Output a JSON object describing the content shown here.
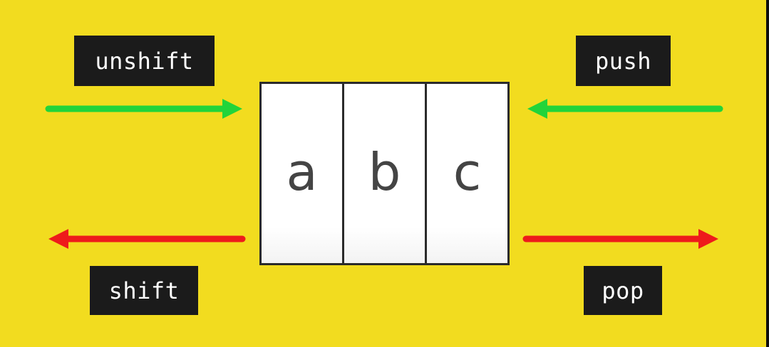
{
  "labels": {
    "unshift": "unshift",
    "push": "push",
    "shift": "shift",
    "pop": "pop"
  },
  "array": {
    "cells": [
      "a",
      "b",
      "c"
    ]
  },
  "colors": {
    "background": "#f2dc1f",
    "label_background": "#1b1b1b",
    "label_text": "#ffffff",
    "insert_arrow": "#22d43a",
    "remove_arrow": "#ee1b1b",
    "cell_text": "#444444"
  },
  "arrows": [
    {
      "name": "unshift-arrow",
      "direction": "right",
      "kind": "insert"
    },
    {
      "name": "push-arrow",
      "direction": "left",
      "kind": "insert"
    },
    {
      "name": "shift-arrow",
      "direction": "left",
      "kind": "remove"
    },
    {
      "name": "pop-arrow",
      "direction": "right",
      "kind": "remove"
    }
  ]
}
